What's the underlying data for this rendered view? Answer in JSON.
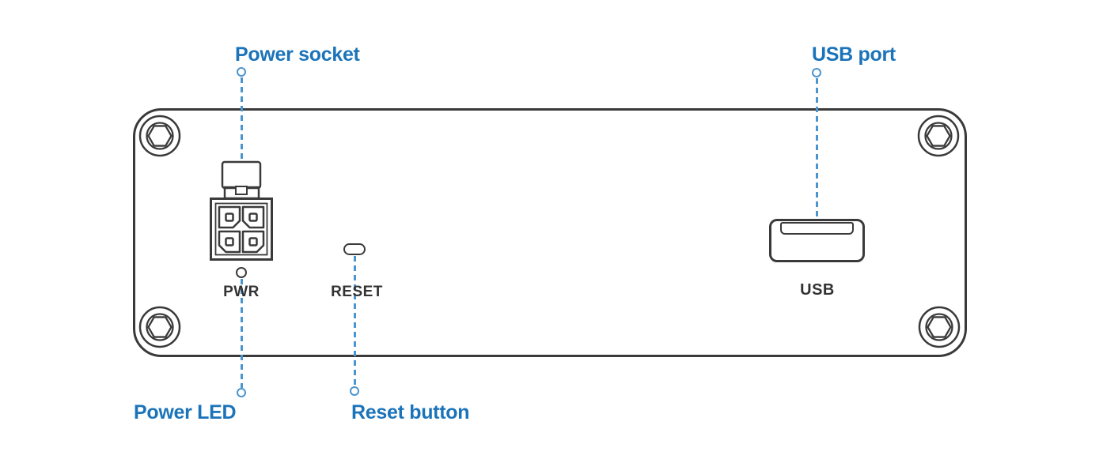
{
  "device_rear_panel": {
    "callouts": [
      {
        "id": "power-socket",
        "label": "Power socket"
      },
      {
        "id": "usb-port",
        "label": "USB port"
      },
      {
        "id": "power-led",
        "label": "Power LED"
      },
      {
        "id": "reset-button",
        "label": "Reset button"
      }
    ],
    "panel_labels": [
      {
        "id": "pwr",
        "text": "PWR"
      },
      {
        "id": "reset",
        "text": "RESET"
      },
      {
        "id": "usb",
        "text": "USB"
      }
    ]
  },
  "colors": {
    "background": "#ffffff",
    "callout_text": "#1b73b9",
    "leader_line": "#4a94cf",
    "outline": "#3a3a3a",
    "panel_text": "#333333"
  }
}
